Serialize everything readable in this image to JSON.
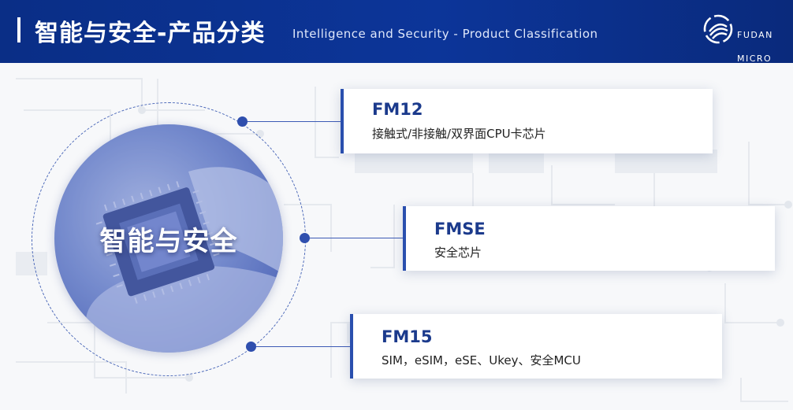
{
  "header": {
    "title_zh": "智能与安全-产品分类",
    "title_en": "Intelligence and Security - Product Classification",
    "logo_line1": "FUDAN",
    "logo_line2": "MICRO",
    "background_color": "#0c3599"
  },
  "hero": {
    "label": "智能与安全"
  },
  "products": [
    {
      "name": "FM12",
      "description": "接触式/非接触/双界面CPU卡芯片"
    },
    {
      "name": "FMSE",
      "description": "安全芯片"
    },
    {
      "name": "FM15",
      "description": "SIM，eSIM，eSE、Ukey、安全MCU"
    }
  ],
  "colors": {
    "accent": "#2a4fae",
    "product_name": "#1b3a8c"
  }
}
